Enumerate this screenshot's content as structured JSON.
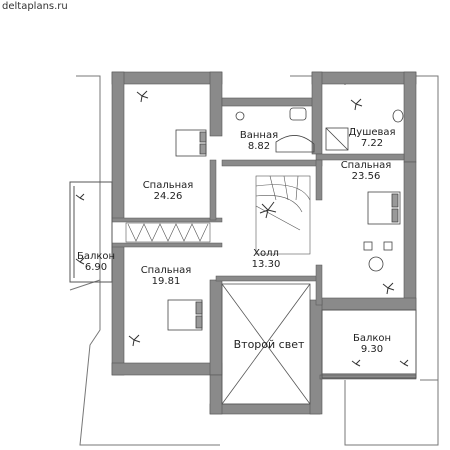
{
  "watermark": "deltaplans.ru",
  "rooms": [
    {
      "name": "Спальная",
      "area": "24.26"
    },
    {
      "name": "Ванная",
      "area": "8.82"
    },
    {
      "name": "Душевая",
      "area": "7.22"
    },
    {
      "name": "Спальная",
      "area": "23.56"
    },
    {
      "name": "Балкон",
      "area": "6.90"
    },
    {
      "name": "Спальная",
      "area": "19.81"
    },
    {
      "name": "Холл",
      "area": "13.30"
    },
    {
      "name": "Второй свет",
      "area": ""
    },
    {
      "name": "Балкон",
      "area": "9.30"
    }
  ],
  "colors": {
    "wall": "#8a8a8a",
    "wall_dark": "#6f6f6f",
    "line": "#555555",
    "floor": "#ffffff"
  },
  "icons": [
    "plant-icon",
    "bed-icon",
    "bathtub-icon",
    "shower-icon",
    "staircase-icon",
    "table-icon",
    "wardrobe-icon"
  ]
}
